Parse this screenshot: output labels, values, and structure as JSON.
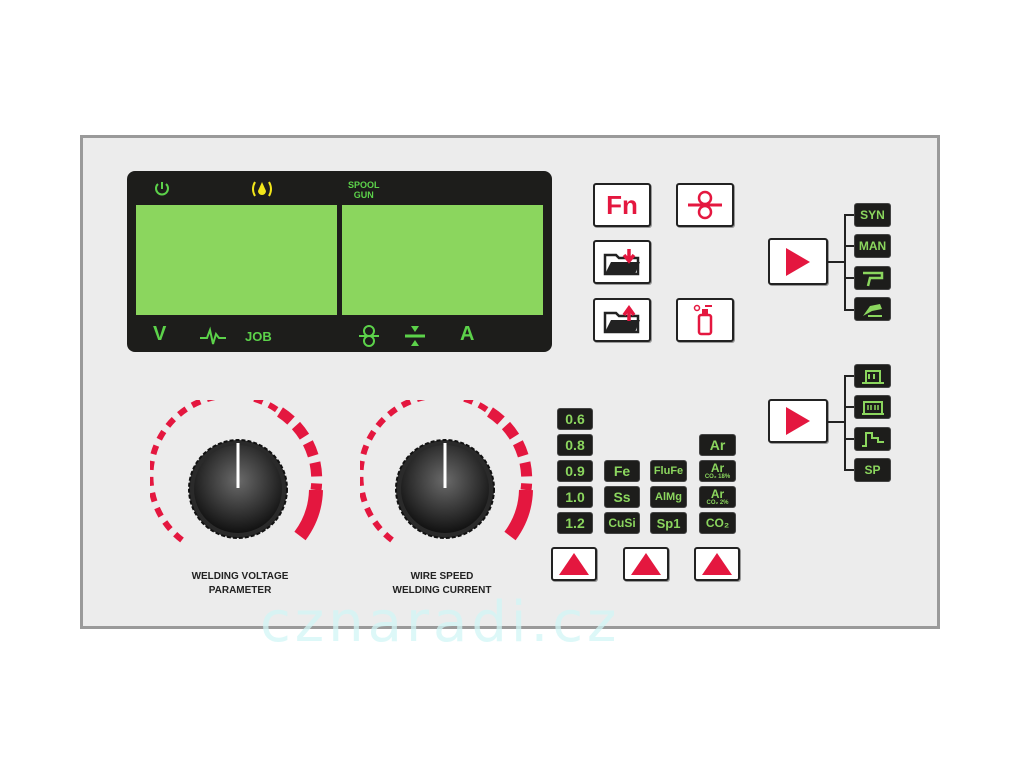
{
  "display": {
    "spool_gun_label_1": "SPOOL",
    "spool_gun_label_2": "GUN",
    "volt_label": "V",
    "job_label": "JOB",
    "amp_label": "A"
  },
  "buttons": {
    "fn_label": "Fn"
  },
  "mode_selector": [
    "SYN",
    "MAN"
  ],
  "trigger_selector": {
    "sp_label": "SP"
  },
  "wire_diameters": [
    "0.6",
    "0.8",
    "0.9",
    "1.0",
    "1.2"
  ],
  "wire_materials": [
    "Fe",
    "Ss",
    "CuSi"
  ],
  "wire_types": [
    "FluFe",
    "AlMg",
    "Sp1"
  ],
  "gases": [
    {
      "main": "Ar",
      "sub": ""
    },
    {
      "main": "Ar",
      "sub": "CO₂ 18%"
    },
    {
      "main": "Ar",
      "sub": "CO₂ 2%"
    },
    {
      "main": "CO₂",
      "sub": ""
    }
  ],
  "knobs": {
    "left_line1": "WELDING VOLTAGE",
    "left_line2": "PARAMETER",
    "right_line1": "WIRE SPEED",
    "right_line2": "WELDING CURRENT"
  },
  "watermark": "cznaradi.cz",
  "colors": {
    "lcd_green": "#8bd65e",
    "accent_red": "#e4173f",
    "led_yellow": "#f2e61a"
  }
}
